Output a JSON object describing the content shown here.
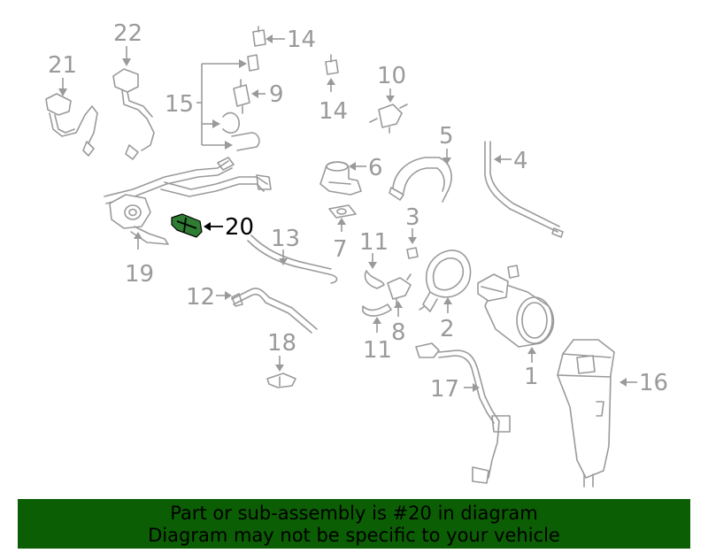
{
  "callouts": {
    "c1": "1",
    "c2": "2",
    "c3": "3",
    "c4": "4",
    "c5": "5",
    "c6": "6",
    "c7": "7",
    "c8": "8",
    "c9": "9",
    "c10": "10",
    "c11a": "11",
    "c11b": "11",
    "c12": "12",
    "c13": "13",
    "c14a": "14",
    "c14b": "14",
    "c15": "15",
    "c16": "16",
    "c17": "17",
    "c18": "18",
    "c19": "19",
    "c20": "20",
    "c21": "21",
    "c22": "22"
  },
  "highlight_color": "#2e7d32",
  "banner": {
    "background": "#0b5e04",
    "line1": "Part or sub-assembly is #20 in diagram",
    "line2": "Diagram may not be specific to your vehicle"
  }
}
